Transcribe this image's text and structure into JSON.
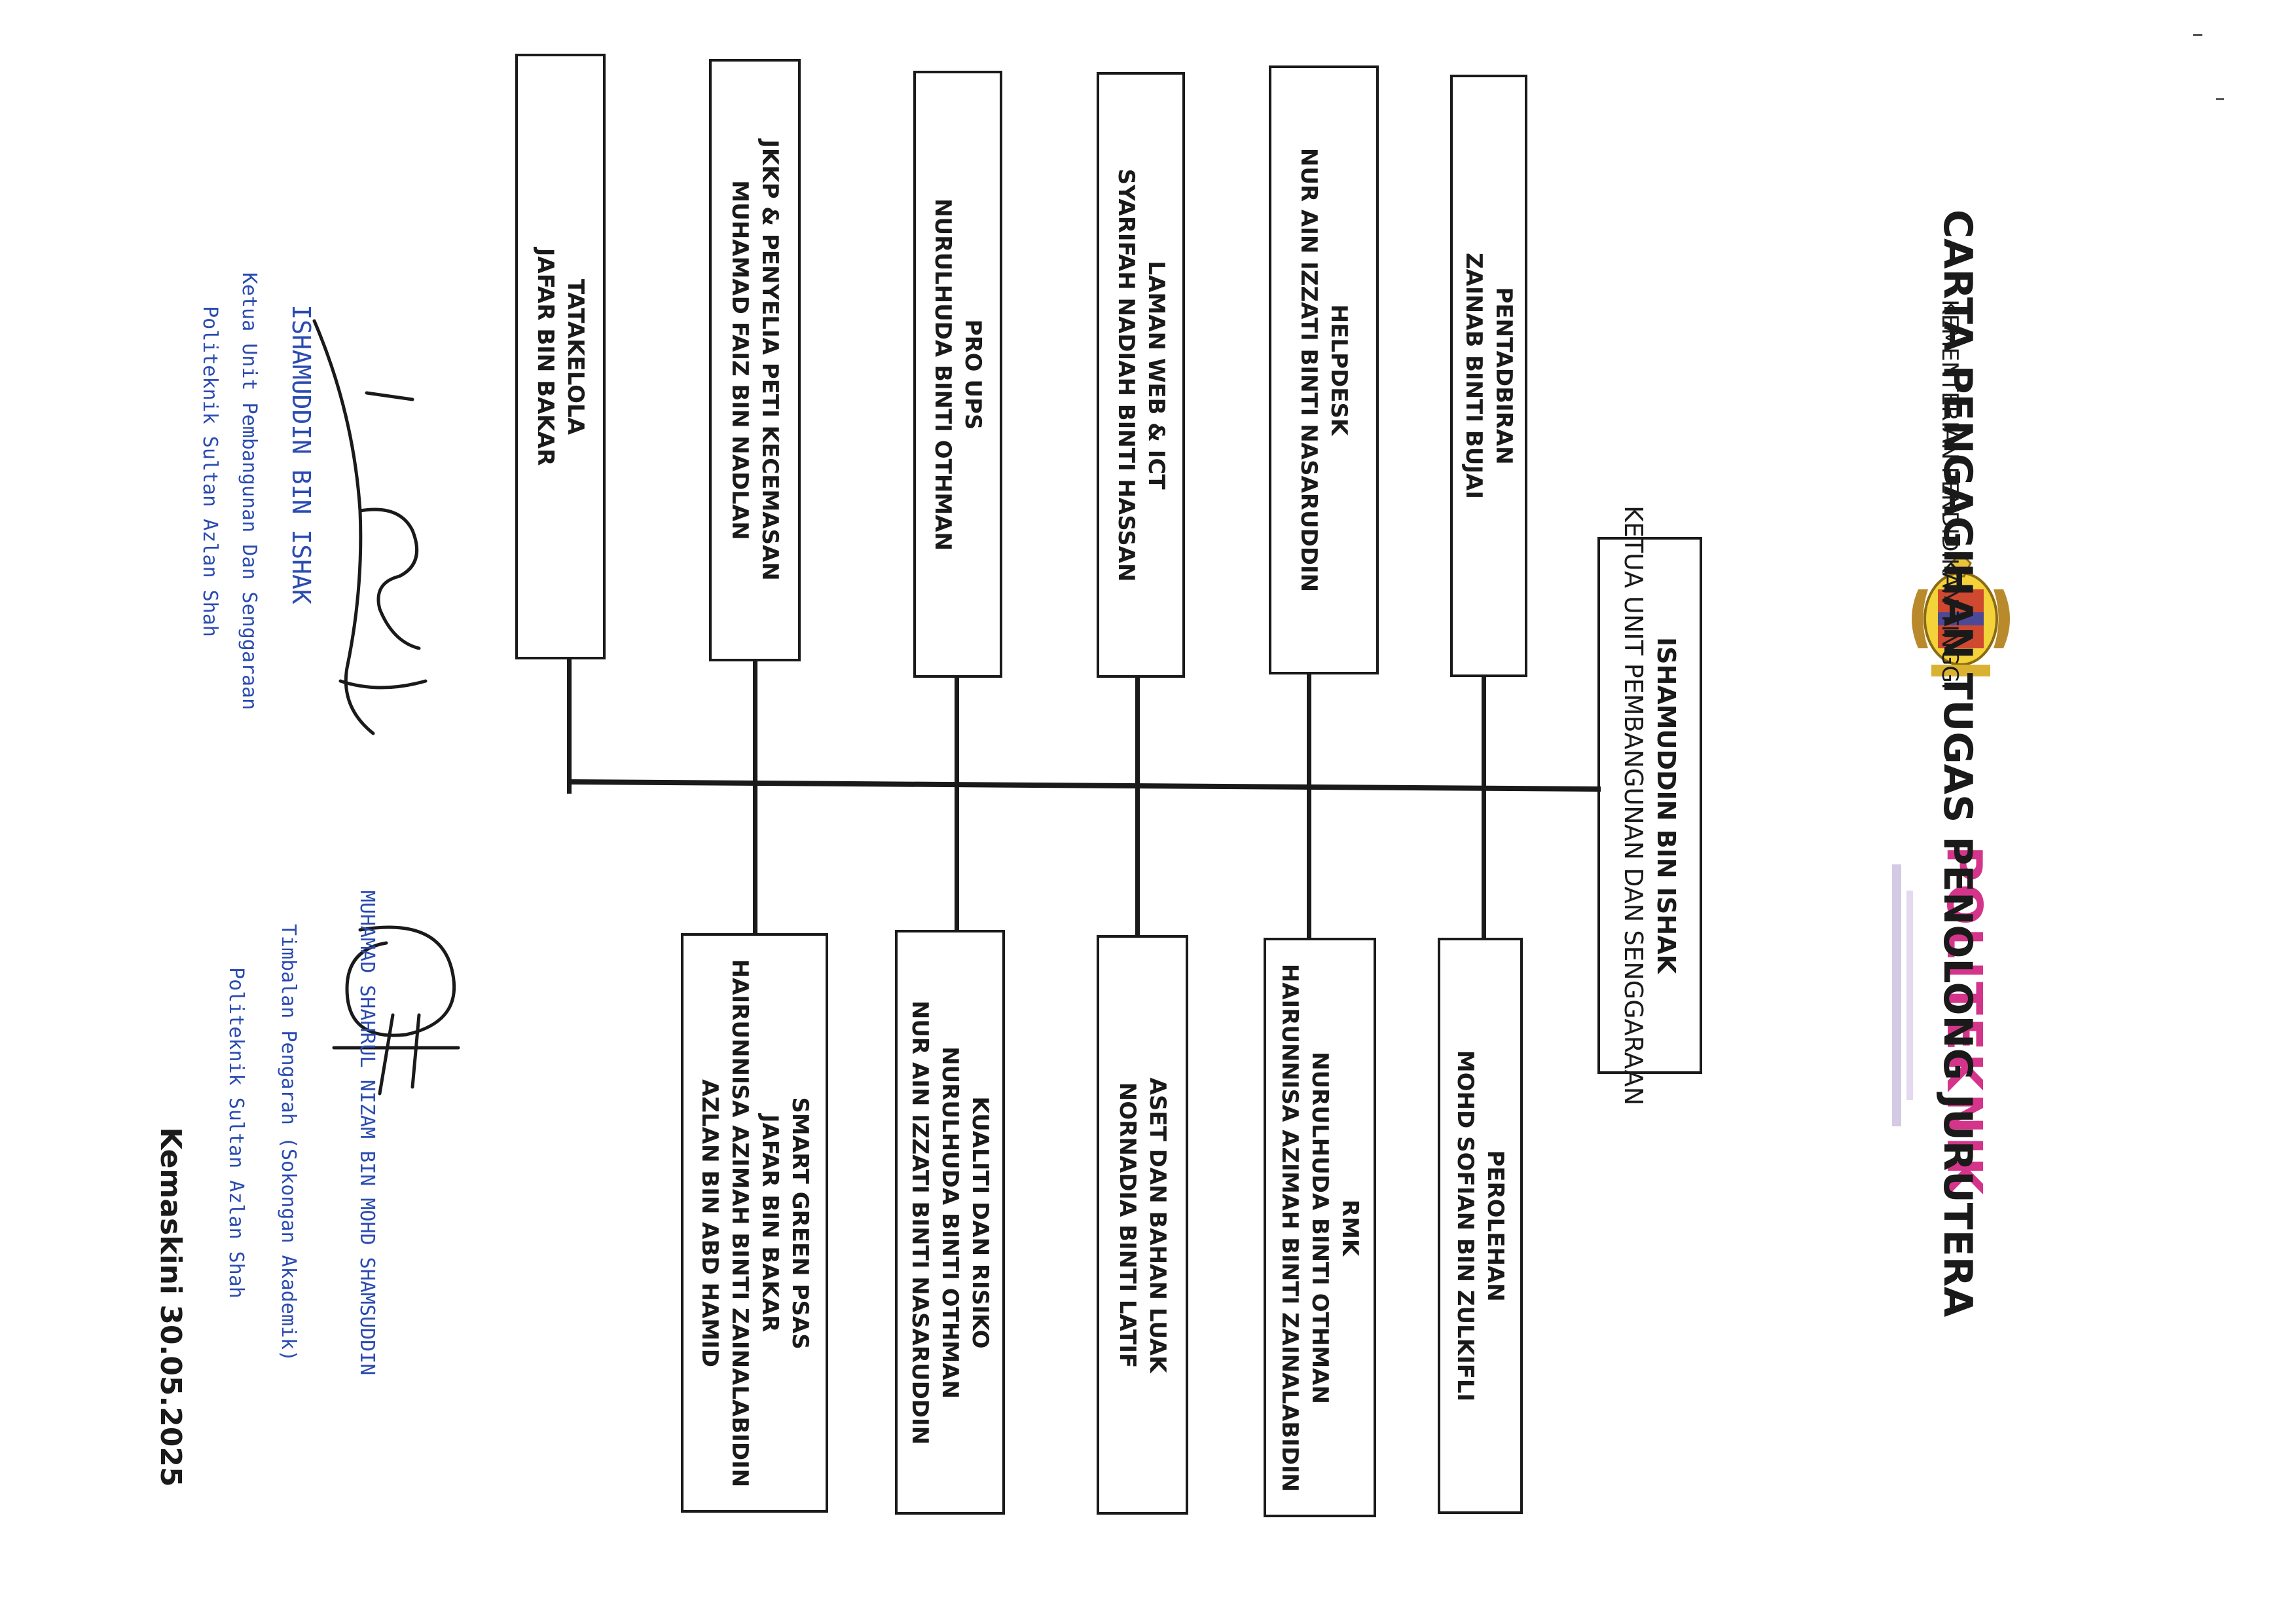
{
  "header": {
    "ministry": "KEMENTERIAN PENDIDIKAN TINGGI",
    "title": "CARTA PENGAGIHAN TUGAS PENOLONG JURUTERA",
    "politeknik_logo_text": "POLITEKNIK"
  },
  "head": {
    "name": "ISHAMUDDIN BIN ISHAK",
    "role": "KETUA UNIT PEMBANGUNAN DAN SENGGARAAN"
  },
  "top_units": [
    {
      "title": "PENTADBIRAN",
      "members": [
        "ZAINAB BINTI BUJAI"
      ]
    },
    {
      "title": "HELPDESK",
      "members": [
        "NUR AIN IZZATI BINTI NASARUDDIN"
      ]
    },
    {
      "title": "LAMAN WEB & ICT",
      "members": [
        "SYARIFAH NADIAH BINTI HASSAN"
      ]
    },
    {
      "title": "PRO UPS",
      "members": [
        "NURULHUDA BINTI OTHMAN"
      ]
    },
    {
      "title": "JKKP & PENYELIA PETI KECEMASAN",
      "members": [
        "MUHAMAD FAIZ BIN NADLAN"
      ]
    },
    {
      "title": "TATAKELOLA",
      "members": [
        "JAFAR BIN BAKAR"
      ]
    }
  ],
  "bottom_units": [
    {
      "title": "PEROLEHAN",
      "members": [
        "MOHD SOFIAN BIN ZULKIFLI"
      ]
    },
    {
      "title": "RMK",
      "members": [
        "NURULHUDA BINTI OTHMAN",
        "HAIRUNNISA AZIMAH BINTI ZAINALABIDIN"
      ]
    },
    {
      "title": "ASET DAN BAHAN LUAK",
      "members": [
        "NORNADIA BINTI LATIF"
      ]
    },
    {
      "title": "KUALITI DAN RISIKO",
      "members": [
        "NURULHUDA BINTI OTHMAN",
        "NUR AIN IZZATI BINTI NASARUDDIN"
      ]
    },
    {
      "title": "SMART GREEN PSAS",
      "members": [
        "JAFAR BIN BAKAR",
        "HAIRUNNISA AZIMAH BINTI ZAINALABIDIN",
        "AZLAN BIN ABD HAMID"
      ]
    }
  ],
  "signature_1": {
    "name": "ISHAMUDDIN BIN ISHAK",
    "title_line1": "Ketua Unit Pembangunan Dan Senggaraan",
    "title_line2": "Politeknik Sultan Azlan Shah"
  },
  "signature_2": {
    "name": "MUHAMAD SHAHRUL NIZAM BIN MOHD SHAMSUDDIN",
    "title_line1": "Timbalan Pengarah (Sokongan Akademik)",
    "title_line2": "Politeknik Sultan Azlan Shah"
  },
  "footer": {
    "updated": "Kemaskini 30.05.2025"
  },
  "colors": {
    "ink": "#1a1a1a",
    "signature_blue": "#2a4bb0",
    "politeknik_pink": "#d4358a"
  }
}
